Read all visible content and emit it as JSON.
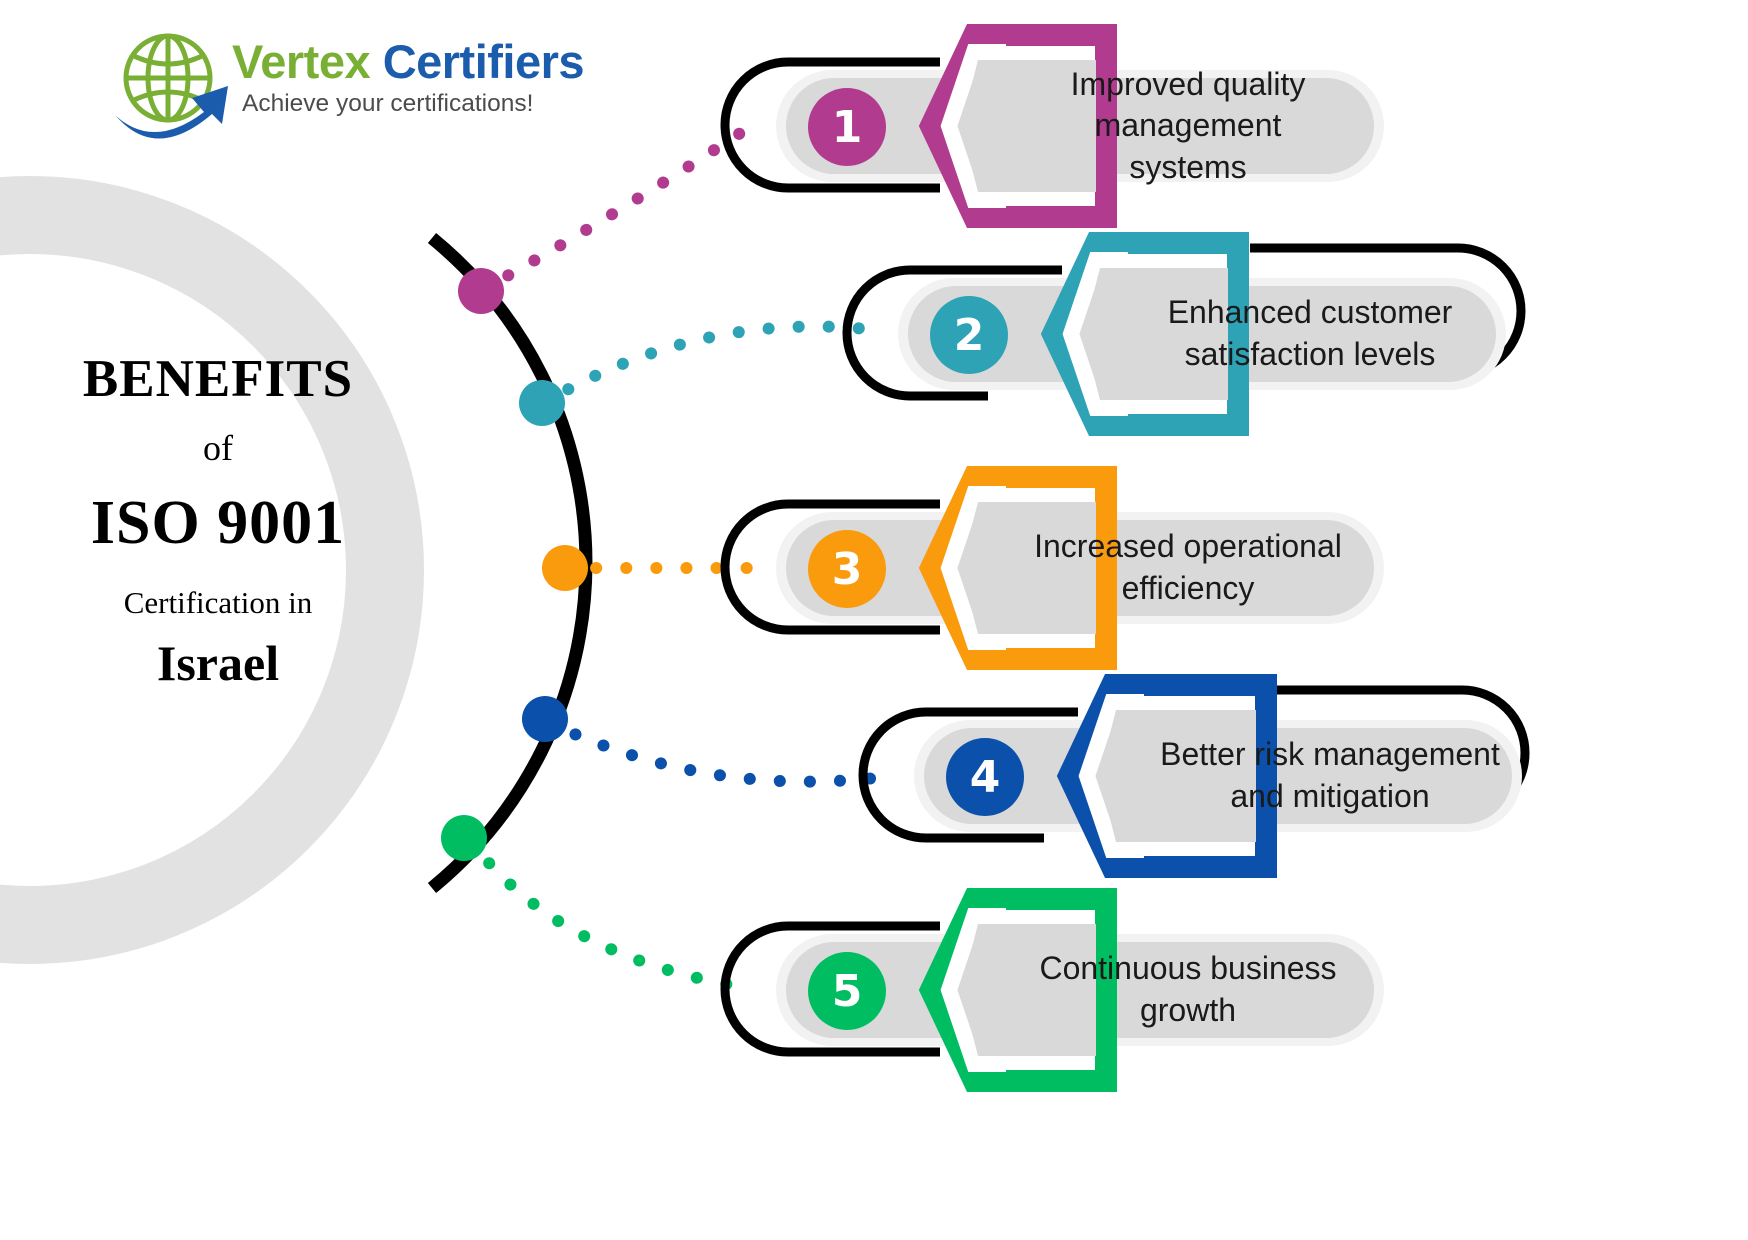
{
  "logo": {
    "icon": "globe-arrow-icon",
    "word_primary": "Vertex",
    "word_secondary": "Certifiers",
    "tagline": "Achieve your certifications!",
    "color_primary": "#7aaf35",
    "color_secondary": "#1c5cad"
  },
  "title": {
    "line1": "BENEFITS",
    "line2": "of",
    "line3": "ISO 9001",
    "line4": "Certification in",
    "line5": "Israel"
  },
  "chart_data": {
    "type": "diagram",
    "title": "BENEFITS of ISO 9001 Certification in Israel",
    "categories": [
      "1",
      "2",
      "3",
      "4",
      "5"
    ],
    "values": [
      "Improved quality management systems",
      "Enhanced customer satisfaction levels",
      "Increased operational efficiency",
      "Better risk management and mitigation",
      "Continuous  business growth"
    ]
  },
  "items": [
    {
      "number": "1",
      "text": "Improved quality\nmanagement\nsystems",
      "color": "#b13b8f",
      "dot_color": "#b13b8f"
    },
    {
      "number": "2",
      "text": "Enhanced customer\nsatisfaction levels",
      "color": "#2da3b5",
      "dot_color": "#2da3b5"
    },
    {
      "number": "3",
      "text": "Increased operational\nefficiency",
      "color": "#f99b0c",
      "dot_color": "#f99b0c"
    },
    {
      "number": "4",
      "text": "Better risk management\nand mitigation",
      "color": "#0b51ab",
      "dot_color": "#0b51ab"
    },
    {
      "number": "5",
      "text": "Continuous  business\ngrowth",
      "color": "#00bd62",
      "dot_color": "#00bd62"
    }
  ],
  "decor": {
    "ring_color": "#e2e2e2",
    "arc_color": "#000000",
    "pill_color": "#d9d9d9",
    "halo_color": "#f2f2f2"
  }
}
